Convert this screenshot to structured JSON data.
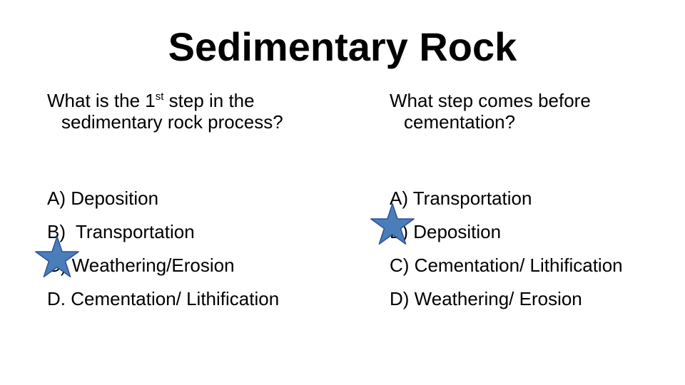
{
  "slide": {
    "title": "Sedimentary Rock"
  },
  "left": {
    "question_pre": "What is the 1",
    "question_sup": "st",
    "question_post": " step in the sedimentary rock process?",
    "options": [
      {
        "letter": "A)",
        "text": "Deposition"
      },
      {
        "letter": "B)",
        "text": " Transportation"
      },
      {
        "letter": "C)",
        "text": "Weathering/Erosion"
      },
      {
        "letter": "D.",
        "text": "Cementation/ Lithification"
      }
    ]
  },
  "right": {
    "question": "What step comes before cementation?",
    "options": [
      {
        "letter": "A)",
        "text": "Transportation"
      },
      {
        "letter": "B)",
        "text": "Deposition"
      },
      {
        "letter": "C)",
        "text": "Cementation/ Lithification"
      },
      {
        "letter": "D)",
        "text": "Weathering/ Erosion"
      }
    ]
  },
  "marks": {
    "star_color": "#4a7ebb",
    "star_outline": "#2f5597",
    "icon": "star-icon"
  }
}
